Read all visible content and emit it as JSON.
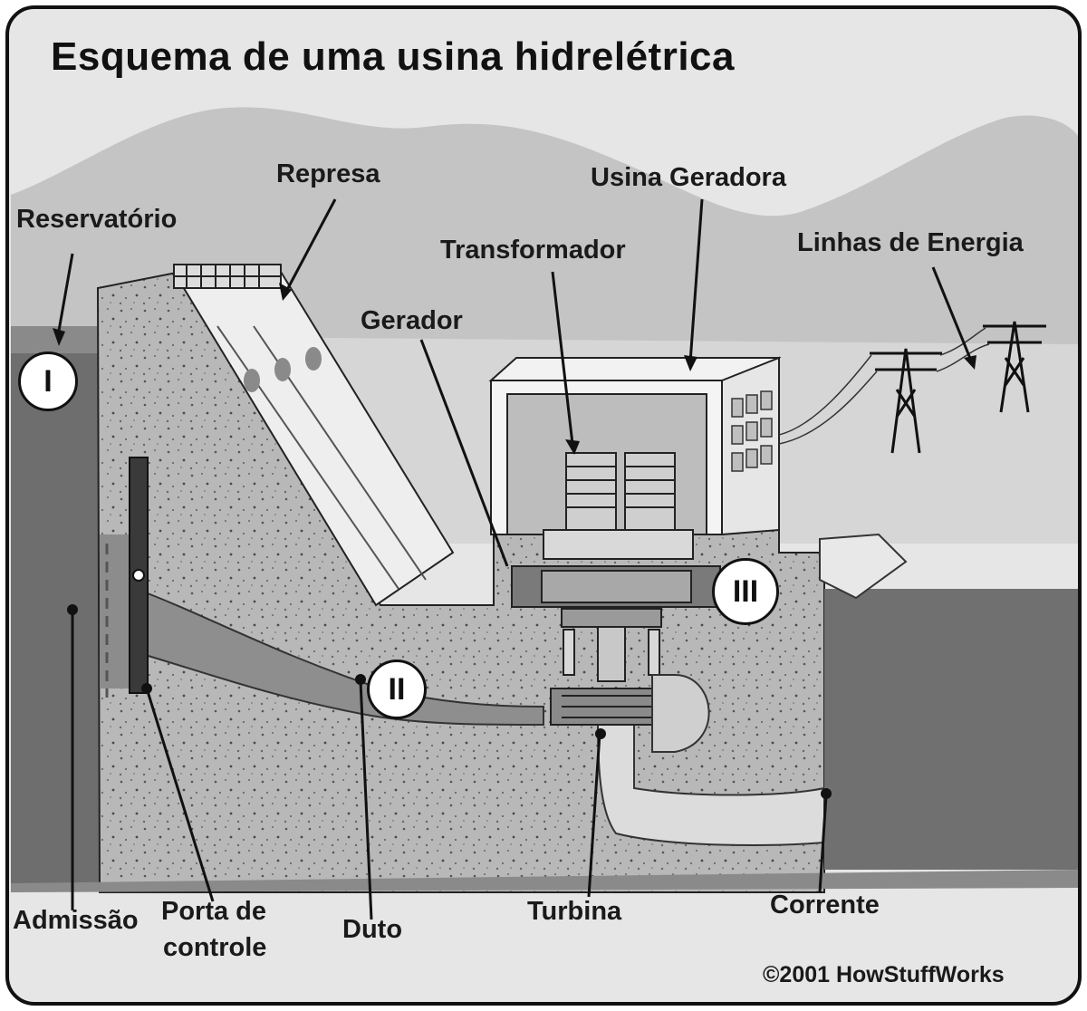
{
  "title": "Esquema de uma usina hidrelétrica",
  "labels": {
    "reservatorio": "Reservatório",
    "represa": "Represa",
    "usina_geradora": "Usina Geradora",
    "transformador": "Transformador",
    "gerador": "Gerador",
    "linhas_de_energia": "Linhas de Energia",
    "admissao": "Admissão",
    "porta_de_controle_1": "Porta de",
    "porta_de_controle_2": "controle",
    "duto": "Duto",
    "turbina": "Turbina",
    "corrente": "Corrente"
  },
  "markers": {
    "m1": "I",
    "m2": "II",
    "m3": "III"
  },
  "copyright": "©2001 HowStuffWorks",
  "colors": {
    "sky": "#e4e4e4",
    "hills": "#c9c9c9",
    "water": "#6f6f6f",
    "concrete": "#b5b5b5",
    "ground": "#a9a9a9",
    "outline": "#111111"
  }
}
